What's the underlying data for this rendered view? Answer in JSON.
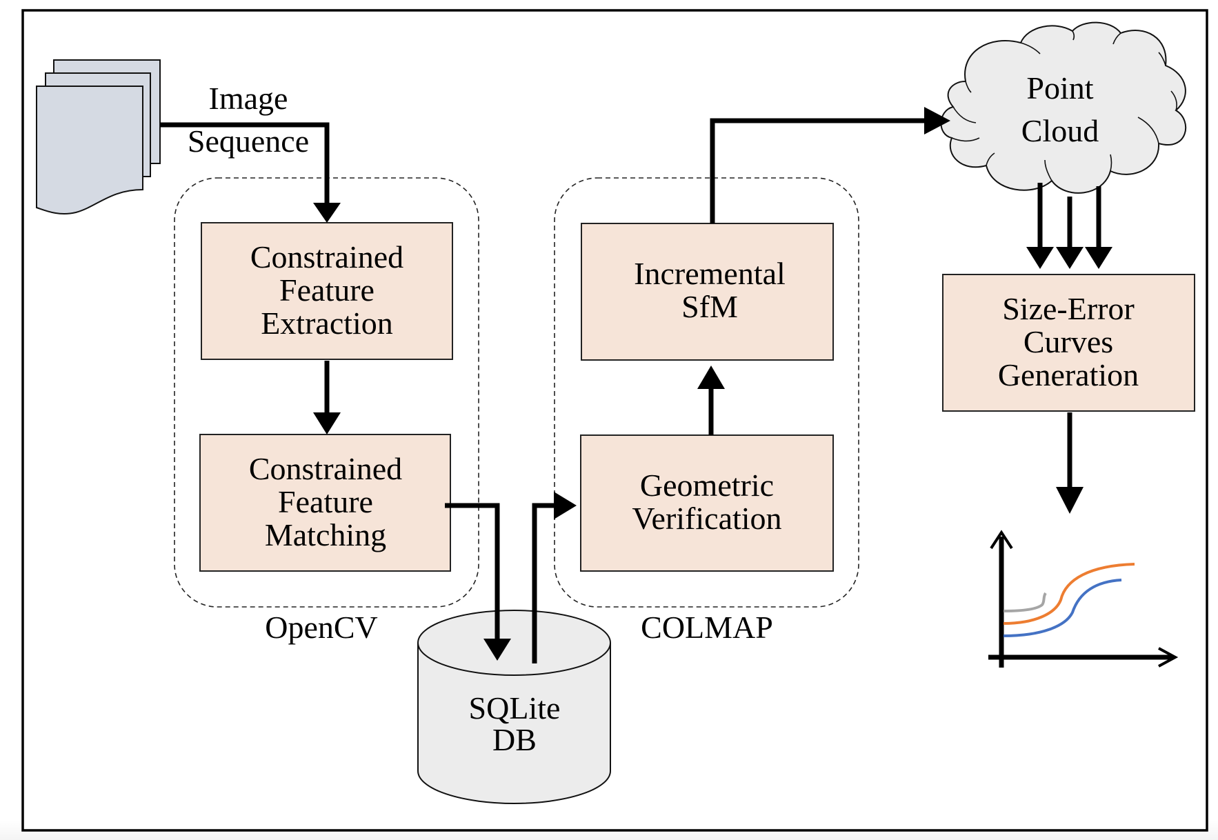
{
  "diagram": {
    "input": {
      "label_lines": [
        "Image",
        "Sequence"
      ],
      "icon": "stacked-pages-icon"
    },
    "groups": [
      {
        "id": "opencv",
        "label": "OpenCV"
      },
      {
        "id": "colmap",
        "label": "COLMAP"
      }
    ],
    "nodes": {
      "feature_extraction": {
        "lines": [
          "Constrained",
          "Feature",
          "Extraction"
        ],
        "group": "opencv"
      },
      "feature_matching": {
        "lines": [
          "Constrained",
          "Feature",
          "Matching"
        ],
        "group": "opencv"
      },
      "sqlite_db": {
        "lines": [
          "SQLite",
          "DB"
        ],
        "shape": "database-cylinder"
      },
      "geometric_verification": {
        "lines": [
          "Geometric",
          "Verification"
        ],
        "group": "colmap"
      },
      "incremental_sfm": {
        "lines": [
          "Incremental",
          "SfM"
        ],
        "group": "colmap"
      },
      "point_cloud": {
        "lines": [
          "Point",
          "Cloud"
        ],
        "shape": "cloud"
      },
      "size_error_curves": {
        "lines": [
          "Size-Error",
          "Curves",
          "Generation"
        ]
      }
    },
    "edges": [
      {
        "from": "input",
        "to": "feature_extraction"
      },
      {
        "from": "feature_extraction",
        "to": "feature_matching"
      },
      {
        "from": "feature_matching",
        "to": "sqlite_db"
      },
      {
        "from": "sqlite_db",
        "to": "geometric_verification"
      },
      {
        "from": "geometric_verification",
        "to": "incremental_sfm"
      },
      {
        "from": "incremental_sfm",
        "to": "point_cloud"
      },
      {
        "from": "point_cloud",
        "to": "size_error_curves",
        "count": 3
      },
      {
        "from": "size_error_curves",
        "to": "output_chart"
      }
    ],
    "output_chart": {
      "icon": "line-chart-icon",
      "series_colors": {
        "gray": "#a5a5a5",
        "orange": "#ed7d31",
        "blue": "#4472c4"
      }
    },
    "colors": {
      "process_fill": "#f6e4d8",
      "db_fill": "#ececec",
      "cloud_fill": "#ececec",
      "pages_fill": "#d5dae3"
    }
  }
}
